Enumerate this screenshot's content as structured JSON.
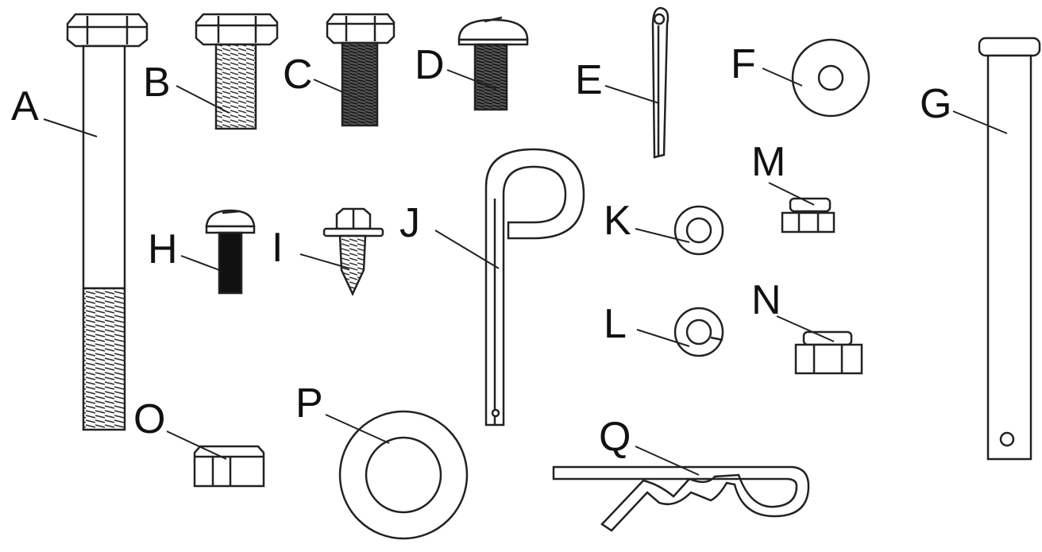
{
  "labels": {
    "A": "A",
    "B": "B",
    "C": "C",
    "D": "D",
    "E": "E",
    "F": "F",
    "G": "G",
    "H": "H",
    "I": "I",
    "J": "J",
    "K": "K",
    "L": "L",
    "M": "M",
    "N": "N",
    "O": "O",
    "P": "P",
    "Q": "Q"
  },
  "colors": {
    "line": "#222222",
    "background": "#ffffff"
  }
}
